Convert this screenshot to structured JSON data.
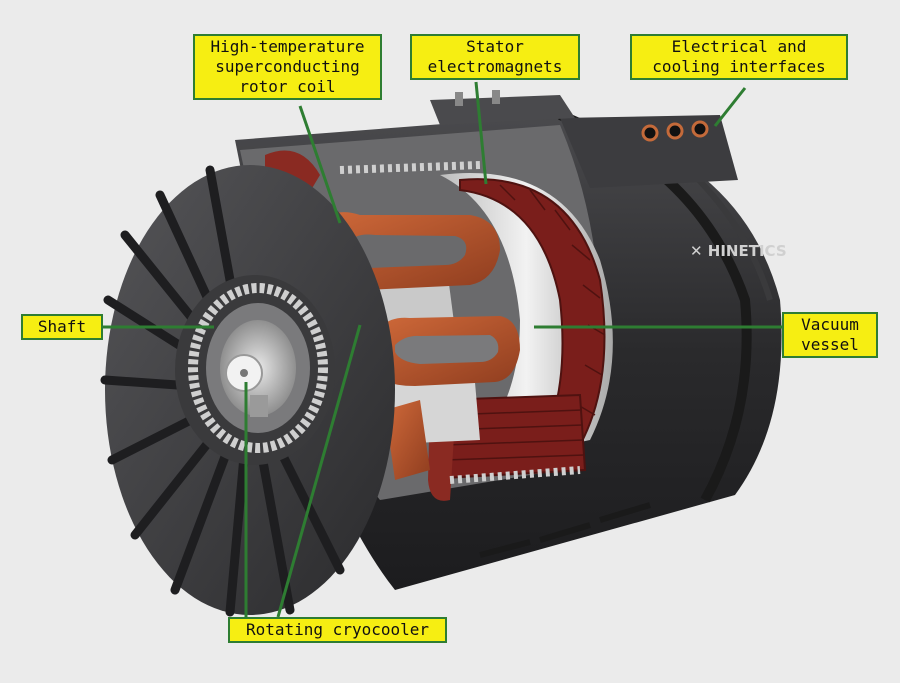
{
  "brand_mark": "HINETICS",
  "labels": {
    "rotor_coil": [
      "High-temperature",
      "superconducting",
      "rotor coil"
    ],
    "stator": [
      "Stator",
      "electromagnets"
    ],
    "interfaces": [
      "Electrical and",
      "cooling interfaces"
    ],
    "shaft": [
      "Shaft"
    ],
    "vacuum": [
      "Vacuum",
      "vessel"
    ],
    "cryocooler": [
      "Rotating cryocooler"
    ]
  },
  "colors": {
    "background": "#ebebeb",
    "label_fill": "#f6ee12",
    "label_border": "#2e7d32",
    "leader_line": "#2e7d32",
    "housing": "#2f2f31",
    "copper_coil": "#b2542d",
    "stator_red": "#7a1e1b"
  }
}
